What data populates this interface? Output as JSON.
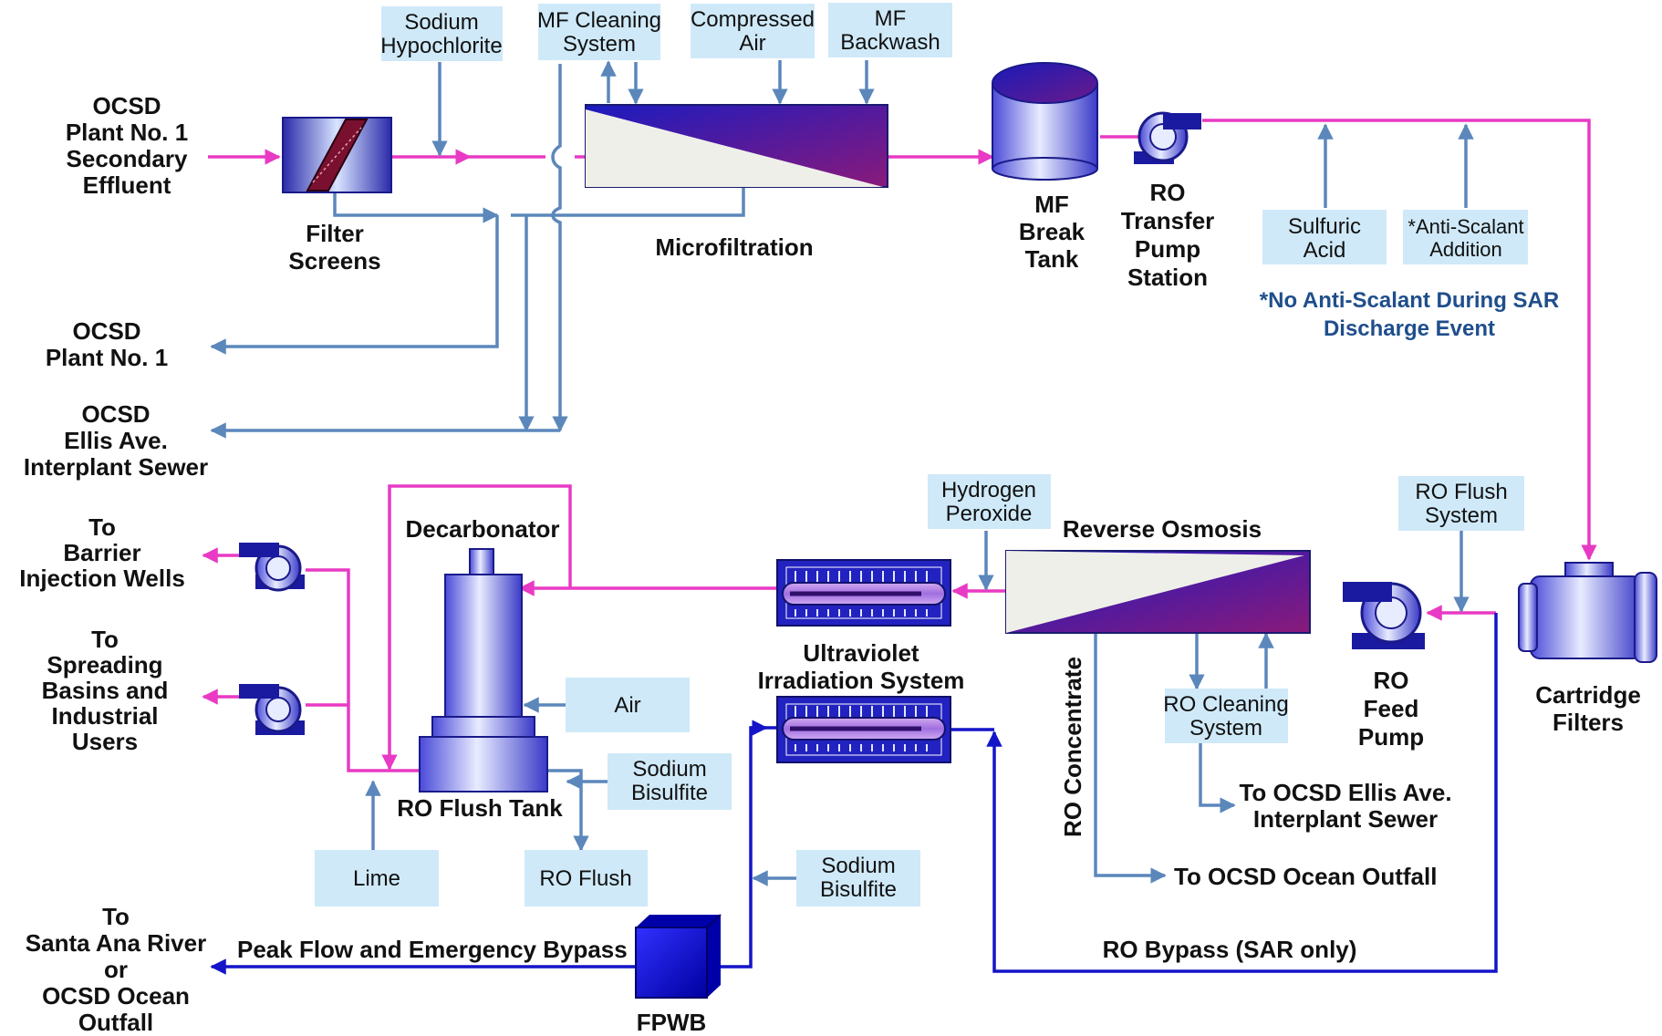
{
  "colors": {
    "product_flow": "#e83ac4",
    "waste_flow": "#5b87bb",
    "bypass_flow": "#1414c8",
    "chemical_box": "#cfe9f8",
    "note_text": "#1f4e8c"
  },
  "sources": {
    "secondary_effluent": [
      "OCSD",
      "Plant No. 1",
      "Secondary",
      "Effluent"
    ]
  },
  "destinations": {
    "plant1": [
      "OCSD",
      "Plant No. 1"
    ],
    "ellis_sewer": [
      "OCSD",
      "Ellis Ave.",
      "Interplant Sewer"
    ],
    "barrier_wells": [
      "To",
      "Barrier",
      "Injection Wells"
    ],
    "spreading_basins": [
      "To",
      "Spreading",
      "Basins and",
      "Industrial",
      "Users"
    ],
    "santa_ana": [
      "To",
      "Santa Ana River",
      "or",
      "OCSD Ocean",
      "Outfall"
    ],
    "ro_sewer": [
      "To OCSD Ellis Ave.",
      "Interplant Sewer"
    ],
    "ocean_outfall": "To OCSD Ocean Outfall"
  },
  "chemicals": {
    "sodium_hypochlorite": [
      "Sodium",
      "Hypochlorite"
    ],
    "mf_cleaning": [
      "MF Cleaning",
      "System"
    ],
    "compressed_air": [
      "Compressed",
      "Air"
    ],
    "mf_backwash": [
      "MF",
      "Backwash"
    ],
    "sulfuric_acid": [
      "Sulfuric",
      "Acid"
    ],
    "anti_scalant": [
      "*Anti-Scalant",
      "Addition"
    ],
    "hydrogen_peroxide": [
      "Hydrogen",
      "Peroxide"
    ],
    "ro_flush_system": [
      "RO Flush",
      "System"
    ],
    "ro_cleaning": [
      "RO Cleaning",
      "System"
    ],
    "air": "Air",
    "sodium_bisulfite_tank": [
      "Sodium",
      "Bisulfite"
    ],
    "sodium_bisulfite_bypass": [
      "Sodium",
      "Bisulfite"
    ],
    "lime": "Lime",
    "ro_flush": "RO Flush"
  },
  "units": {
    "filter_screens": [
      "Filter",
      "Screens"
    ],
    "microfiltration": "Microfiltration",
    "mf_break_tank": [
      "MF",
      "Break",
      "Tank"
    ],
    "ro_transfer_pump": [
      "RO",
      "Transfer",
      "Pump",
      "Station"
    ],
    "cartridge_filters": [
      "Cartridge",
      "Filters"
    ],
    "ro_feed_pump": [
      "RO",
      "Feed",
      "Pump"
    ],
    "reverse_osmosis": "Reverse Osmosis",
    "ultraviolet": [
      "Ultraviolet",
      "Irradiation System"
    ],
    "decarbonator": "Decarbonator",
    "ro_flush_tank": "RO Flush Tank",
    "fpwb": "FPWB"
  },
  "flow_labels": {
    "ro_concentrate": "RO Concentrate",
    "ro_bypass": "RO Bypass (SAR only)",
    "peak_flow": "Peak Flow and Emergency Bypass"
  },
  "note": [
    "*No Anti-Scalant During SAR",
    "Discharge Event"
  ]
}
